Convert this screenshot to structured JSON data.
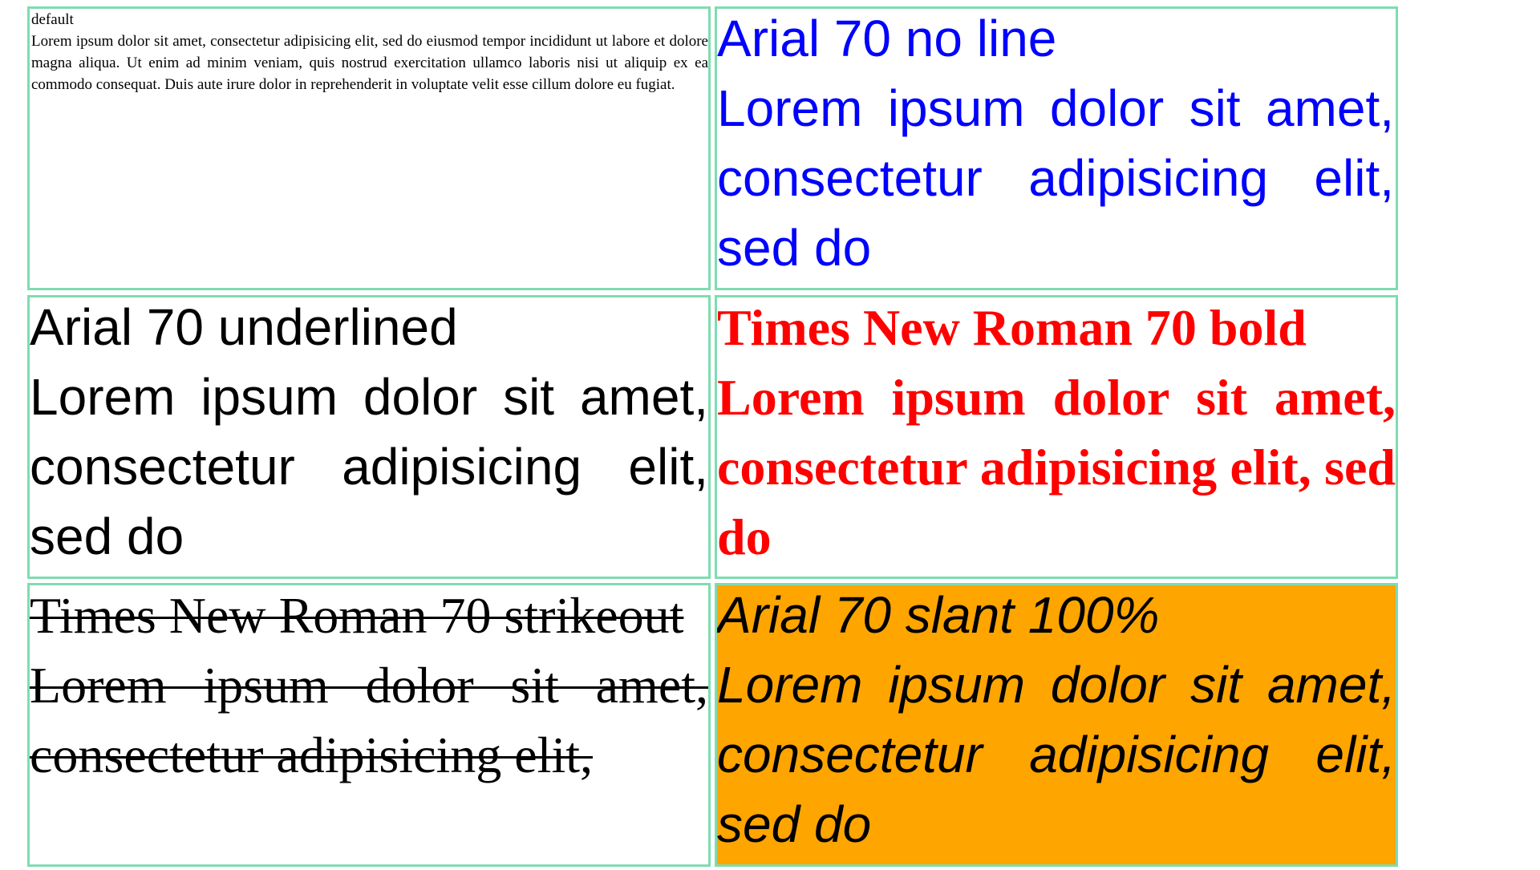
{
  "cells": [
    {
      "title": "default",
      "body": "Lorem ipsum dolor sit amet, consectetur adipisicing elit, sed do eiusmod tempor incididunt ut labore et dolore magna aliqua. Ut enim ad minim veniam, quis nostrud exercitation ullamco laboris nisi ut aliquip ex ea commodo consequat. Duis aute irure dolor in reprehenderit in voluptate velit esse cillum dolore eu fugiat."
    },
    {
      "title": "Arial 70 no line",
      "body": "Lorem ipsum dolor sit amet, consectetur adipisicing elit, sed do",
      "color": "#0000ff"
    },
    {
      "title": "Arial 70 underlined",
      "body": "Lorem ipsum dolor sit amet, consectetur adipisicing elit, sed do"
    },
    {
      "title": "Times New Roman 70 bold",
      "body": "Lorem ipsum dolor sit amet, consectetur adipisicing elit, sed do",
      "color": "#ff0000"
    },
    {
      "title": "Times New Roman 70 strikeout",
      "body": "Lorem ipsum dolor sit amet, consectetur adipisicing elit,"
    },
    {
      "title": "Arial 70 slant 100%",
      "body": "Lorem ipsum dolor sit amet, consectetur adipisicing elit, sed do",
      "background": "#ffa500"
    }
  ],
  "border_color": "#7fdcb0"
}
